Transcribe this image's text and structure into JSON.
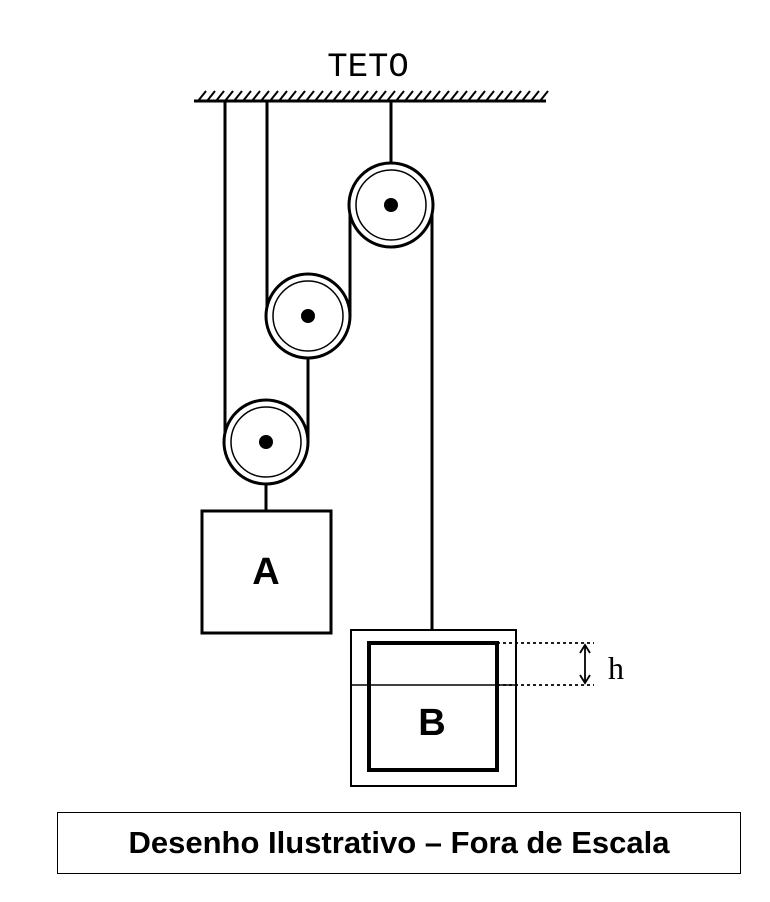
{
  "diagram": {
    "ceiling_label": "TETO",
    "block_a_label": "A",
    "block_b_label": "B",
    "height_label": "h",
    "caption": "Desenho Ilustrativo – Fora de Escala"
  },
  "colors": {
    "ink": "#000000",
    "background": "#ffffff"
  }
}
